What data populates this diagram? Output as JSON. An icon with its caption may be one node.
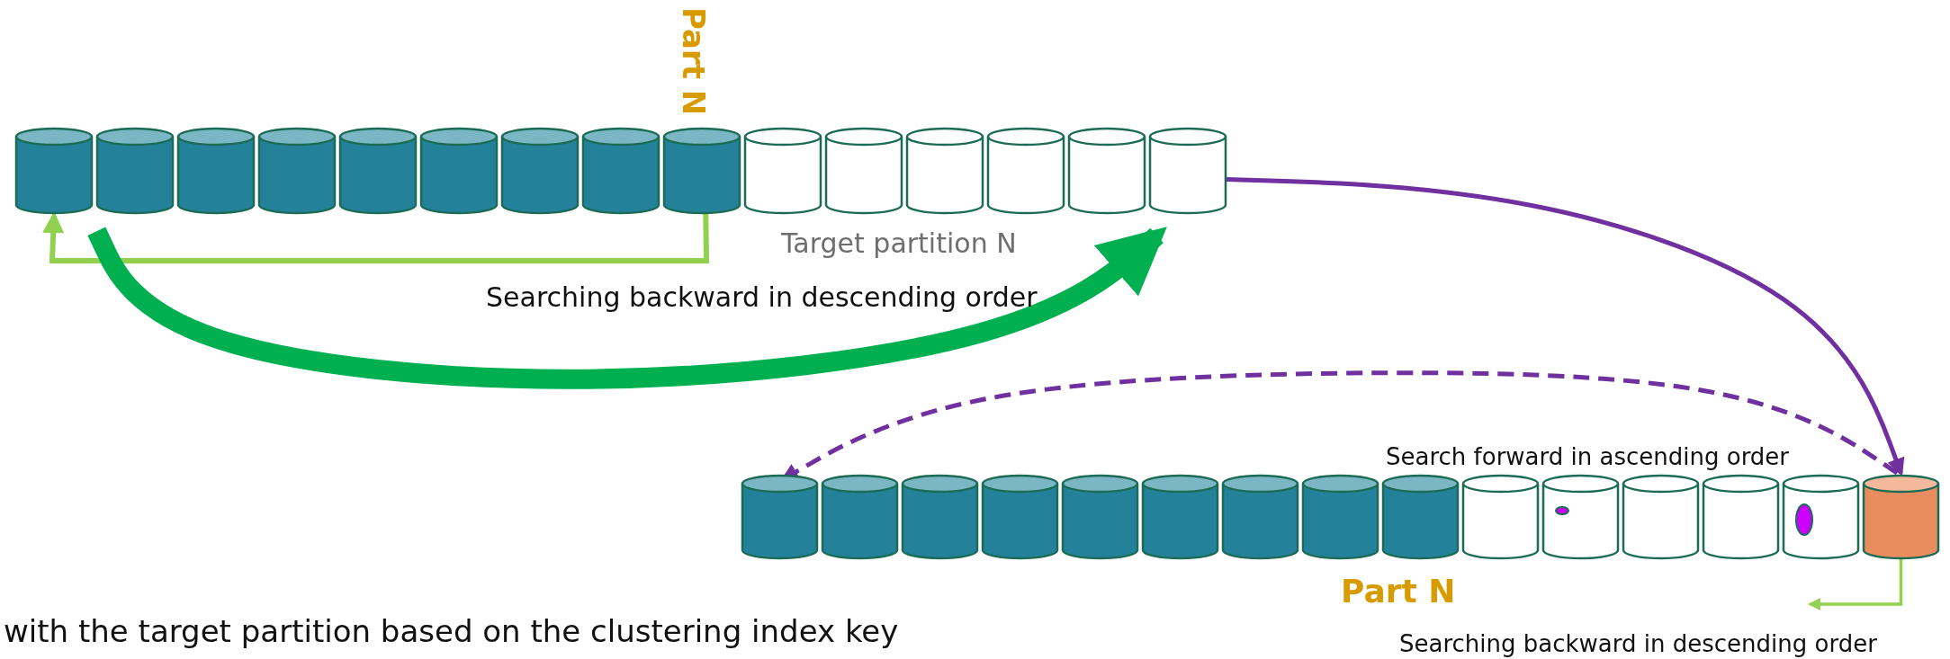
{
  "diagram": {
    "nodes": [
      {
        "text": [],
        "shape": "cylinder"
      },
      {
        "text": [],
        "shape": "cylinder"
      },
      {
        "text": [],
        "shape": "cylinder"
      },
      {
        "text": [],
        "shape": "cylinder"
      },
      {
        "text": [],
        "shape": "cylinder"
      },
      {
        "text": [],
        "shape": "cylinder"
      },
      {
        "text": [],
        "shape": "cylinder"
      },
      {
        "text": [],
        "shape": "cylinder"
      },
      {
        "text": [],
        "shape": "cylinder"
      },
      {
        "text": [],
        "shape": "cylinder"
      },
      {
        "text": [],
        "shape": "cylinder"
      },
      {
        "text": [],
        "shape": "cylinder"
      },
      {
        "text": [],
        "shape": "cylinder"
      },
      {
        "text": [],
        "shape": "cylinder"
      },
      {
        "text": [],
        "shape": "cylinder"
      },
      {
        "text": [],
        "shape": "cylinder"
      },
      {
        "text": [],
        "shape": "cylinder"
      },
      {
        "text": [],
        "shape": "cylinder"
      },
      {
        "text": [],
        "shape": "cylinder"
      },
      {
        "text": [],
        "shape": "cylinder"
      },
      {
        "text": [],
        "shape": "cylinder"
      },
      {
        "text": [],
        "shape": "cylinder"
      },
      {
        "text": [],
        "shape": "cylinder"
      },
      {
        "text": [],
        "shape": "cylinder"
      },
      {
        "text": [],
        "shape": "cylinder"
      },
      {
        "text": [],
        "shape": "cylinder"
      },
      {
        "text": [],
        "shape": "cylinder"
      },
      {
        "text": [],
        "shape": "cylinder"
      },
      {
        "text": [],
        "shape": "cylinder"
      },
      {
        "text": [],
        "shape": "cylinder"
      },
      {
        "text": [
          "Searching backward in descending order"
        ]
      }
    ],
    "edges": [
      {
        "from": 8,
        "to": 0,
        "arrow": "to",
        "color": "#92d050"
      },
      {
        "from": 0,
        "to": 14,
        "arrow": "to",
        "style": "thick",
        "color": "#00b050"
      },
      {
        "from": 14,
        "to": 29,
        "arrow": "to",
        "color": "#7030a0"
      },
      {
        "from": 29,
        "to": 15,
        "arrow": "to",
        "style": "dashed",
        "color": "#7030a0"
      },
      {
        "from": 29,
        "to": 30,
        "arrow": "to",
        "color": "#92d050"
      }
    ],
    "labels": [
      "Part N",
      "Target partition N",
      "Searching backward in descending order",
      "Search forward in ascending order",
      "Part N",
      "with the target partition based on the clustering index key"
    ]
  }
}
